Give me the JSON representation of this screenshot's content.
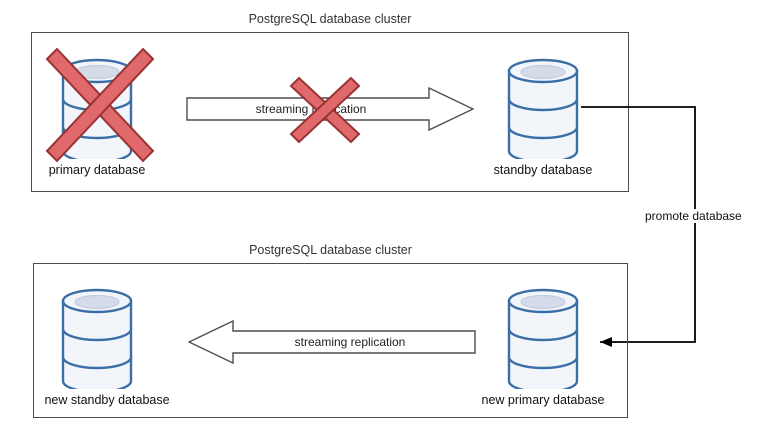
{
  "diagram": {
    "title_top": "PostgreSQL database cluster",
    "title_bottom": "PostgreSQL database cluster",
    "colors": {
      "db_stroke": "#3B6EA5",
      "db_fill": "#F2F6FB",
      "db_top_inner": "#D4DCEA",
      "box_stroke": "#4D4D4D",
      "arrow_stroke": "#4D4D4D",
      "arrow_fill": "#FFFFFF",
      "x_fill": "#E0696B",
      "x_stroke": "#993333",
      "connector": "#000000",
      "text": "#111111"
    },
    "clusters": [
      {
        "name": "top-cluster",
        "title": "PostgreSQL database cluster",
        "nodes": [
          {
            "id": "primary-database",
            "label": "primary database",
            "failed": true
          },
          {
            "id": "standby-database",
            "label": "standby database",
            "failed": false
          }
        ],
        "edge": {
          "id": "streaming-replication-top",
          "label": "streaming replication",
          "direction": "right",
          "broken": true
        }
      },
      {
        "name": "bottom-cluster",
        "title": "PostgreSQL database cluster",
        "nodes": [
          {
            "id": "new-standby-database",
            "label": "new standby database",
            "failed": false
          },
          {
            "id": "new-primary-database",
            "label": "new primary database",
            "failed": false
          }
        ],
        "edge": {
          "id": "streaming-replication-bottom",
          "label": "streaming replication",
          "direction": "left",
          "broken": false
        }
      }
    ],
    "connector": {
      "id": "promote-connector",
      "label": "promote database",
      "from": "standby-database",
      "to": "new-primary-database",
      "arrowhead": "left"
    },
    "labels": {
      "primary_database": "primary database",
      "standby_database": "standby database",
      "new_standby_database": "new standby database",
      "new_primary_database": "new primary database",
      "streaming_replication_top": "streaming replication",
      "streaming_replication_bottom": "streaming replication",
      "promote_database": "promote database"
    }
  }
}
